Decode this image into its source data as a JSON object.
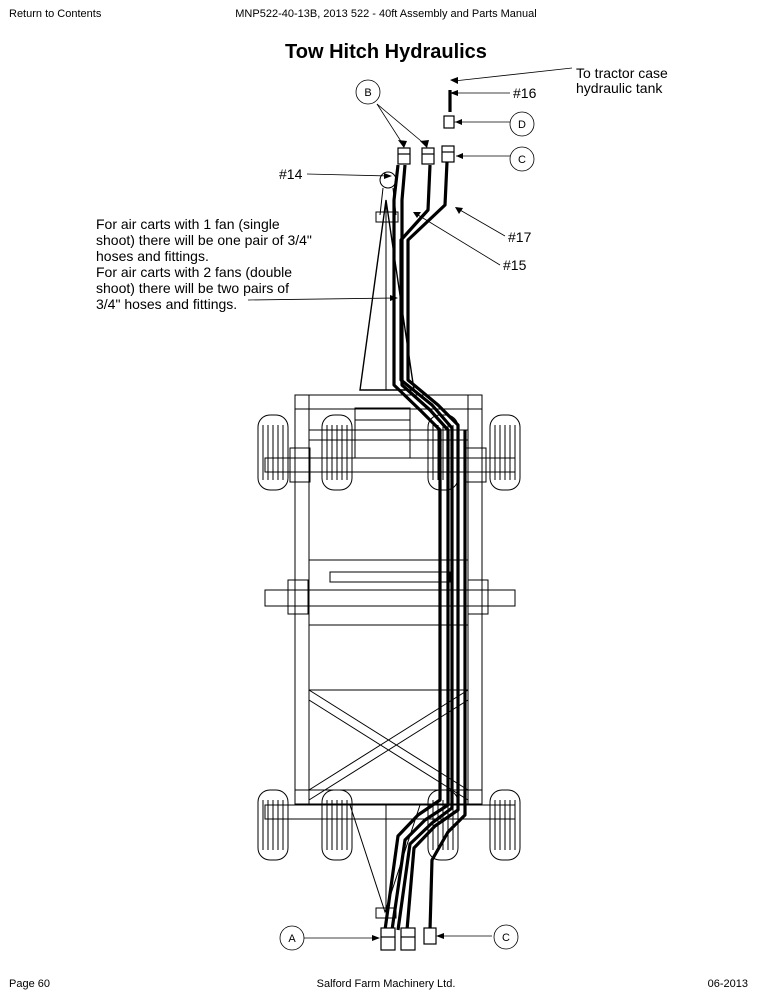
{
  "header": {
    "back_link": "Return to Contents",
    "document_title": "MNP522-40-13B, 2013 522 - 40ft Assembly and Parts Manual"
  },
  "page_title": "Tow Hitch Hydraulics",
  "callouts": {
    "tractor_line1": "To tractor case",
    "tractor_line2": "hydraulic tank",
    "p16": "#16",
    "p14": "#14",
    "p17": "#17",
    "p15": "#15"
  },
  "note_lines": [
    "For air carts with 1 fan (single",
    "shoot) there will be one pair of 3/4\"",
    "hoses and fittings.",
    "For air carts with 2 fans (double",
    "shoot) there will be two pairs of",
    "3/4\" hoses and fittings."
  ],
  "bubbles": {
    "b": "B",
    "d": "D",
    "c_top": "C",
    "a": "A",
    "c_bottom": "C"
  },
  "footer": {
    "page": "Page 60",
    "company": "Salford Farm Machinery Ltd.",
    "date": "06-2013"
  }
}
